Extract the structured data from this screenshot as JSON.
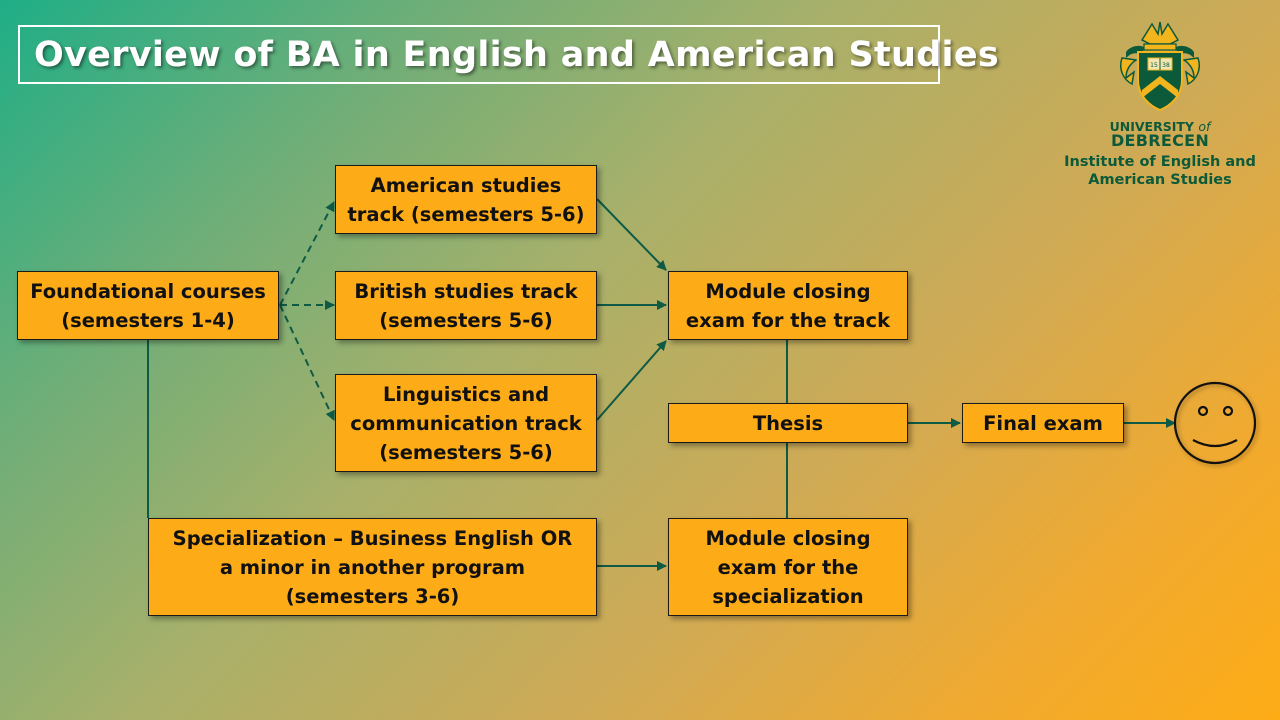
{
  "title": "Overview of BA in English and American Studies",
  "logo": {
    "crest_year": "1538",
    "university_line1": "UNIVERSITY",
    "university_of": "of",
    "university_line2": "DEBRECEN",
    "institute": "Institute of English and\nAmerican Studies"
  },
  "nodes": {
    "foundational": "Foundational courses\n(semesters 1-4)",
    "american": "American studies\ntrack (semesters 5-6)",
    "british": "British studies track\n(semesters 5-6)",
    "linguistics": "Linguistics and\ncommunication track\n(semesters 5-6)",
    "module_track": "Module closing\nexam for the track",
    "thesis": "Thesis",
    "final_exam": "Final exam",
    "specialization": "Specialization – Business English OR\na minor in another program\n(semesters 3-6)",
    "module_spec": "Module closing\nexam for the\nspecialization"
  },
  "colors": {
    "node_fill": "#fdab17",
    "connector": "#0e5a45",
    "title_text": "#ffffff",
    "logo_green": "#0c5a3a"
  },
  "end_symbol": "smiley-face"
}
